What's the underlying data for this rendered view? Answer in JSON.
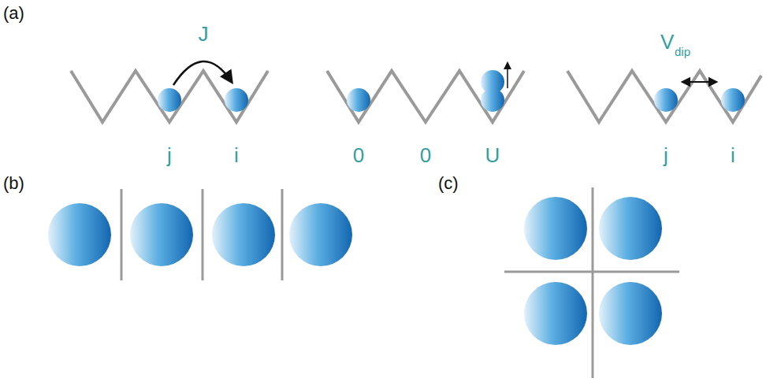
{
  "diagram": {
    "labels": [
      "(a)",
      "J",
      "j",
      "i",
      "0",
      "0",
      "U",
      "V",
      "dip",
      "j",
      "i",
      "(b)",
      "(c)"
    ]
  }
}
